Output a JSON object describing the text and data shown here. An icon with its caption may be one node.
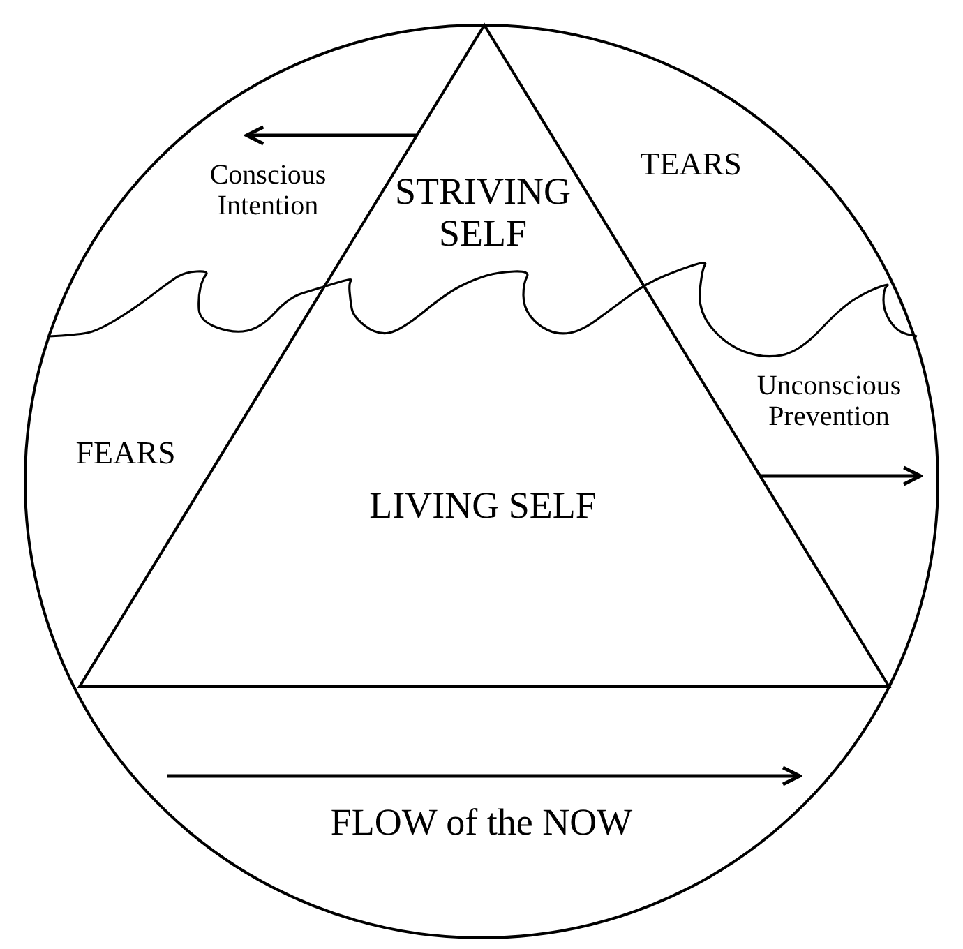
{
  "diagram": {
    "nodes": [
      {
        "text": [],
        "shape": "circle"
      },
      {
        "text": [
          "STRIVING SELF",
          "LIVING SELF"
        ],
        "in": 0
      }
    ],
    "edges": [
      {
        "from": 1,
        "to": null,
        "arrow": "to",
        "label": "Conscious Intention"
      },
      {
        "from": 1,
        "to": null,
        "arrow": "to",
        "label": "Unconscious Prevention"
      }
    ],
    "labels": [
      "TEARS",
      "FEARS",
      "FLOW of the NOW"
    ]
  }
}
